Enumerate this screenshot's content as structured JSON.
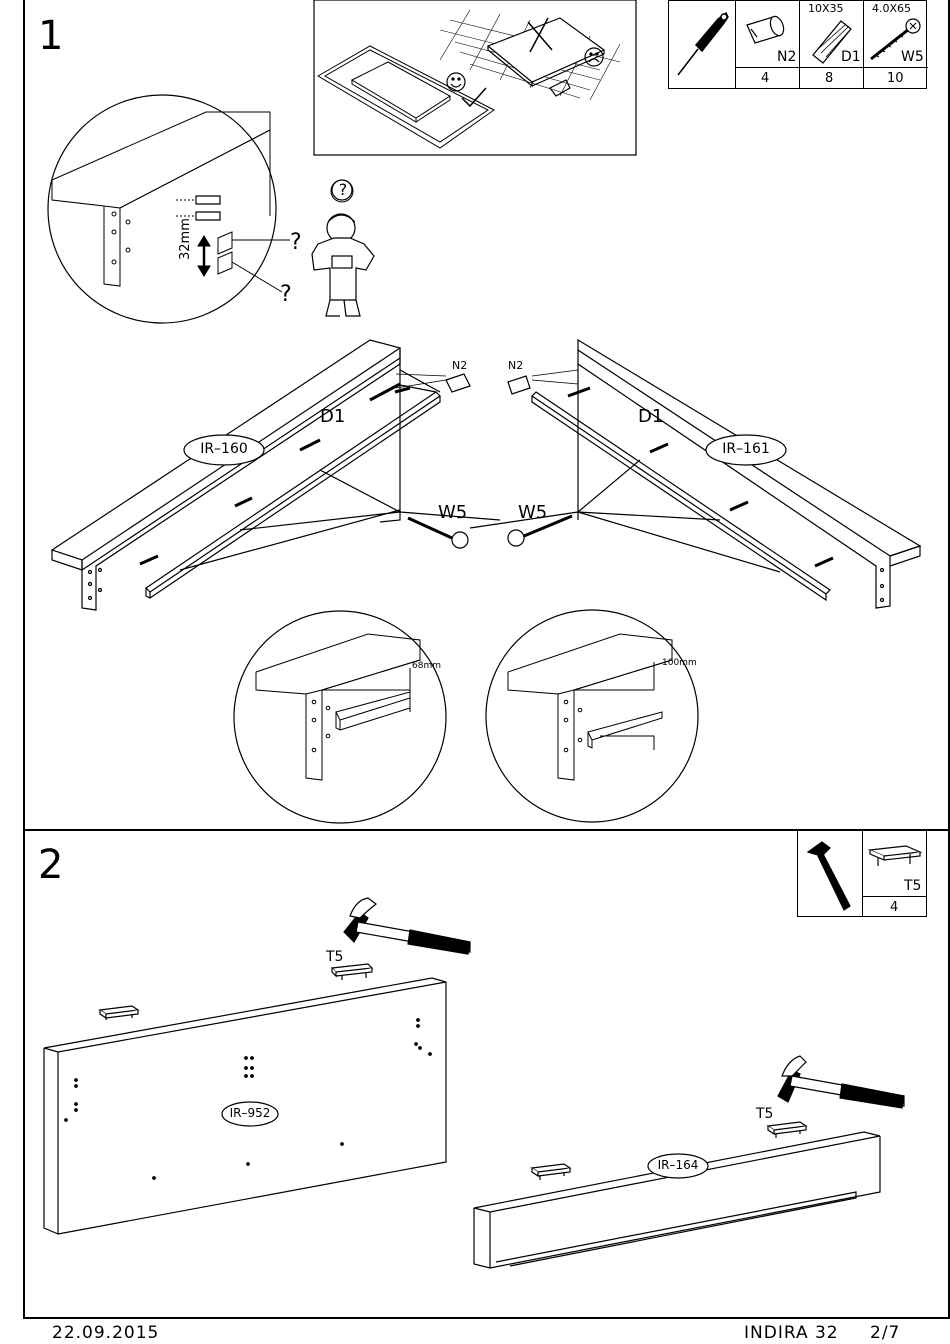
{
  "step1": {
    "number": "1",
    "parts": [
      {
        "code": "",
        "size": "",
        "qty": "",
        "icon": "screwdriver-icon"
      },
      {
        "code": "N2",
        "size": "",
        "qty": "4",
        "icon": "cam-nut-icon"
      },
      {
        "code": "D1",
        "size": "10X35",
        "qty": "8",
        "icon": "dowel-icon"
      },
      {
        "code": "W5",
        "size": "4.0X65",
        "qty": "10",
        "icon": "screw-icon"
      }
    ],
    "dimension_32": "32mm",
    "question_mark": "?",
    "panel_left": "IR–160",
    "panel_right": "IR–161",
    "n2": "N2",
    "d1": "D1",
    "w5": "W5",
    "detail_left_mm": "68mm",
    "detail_right_mm": "100mm"
  },
  "step2": {
    "number": "2",
    "parts": [
      {
        "code": "",
        "qty": "",
        "icon": "hammer-icon"
      },
      {
        "code": "T5",
        "qty": "4",
        "icon": "bracket-icon"
      }
    ],
    "t5": "T5",
    "panel_large": "IR–952",
    "panel_small": "IR–164"
  },
  "footer": {
    "date": "22.09.2015",
    "product": "INDIRA 32",
    "page": "2/7"
  }
}
